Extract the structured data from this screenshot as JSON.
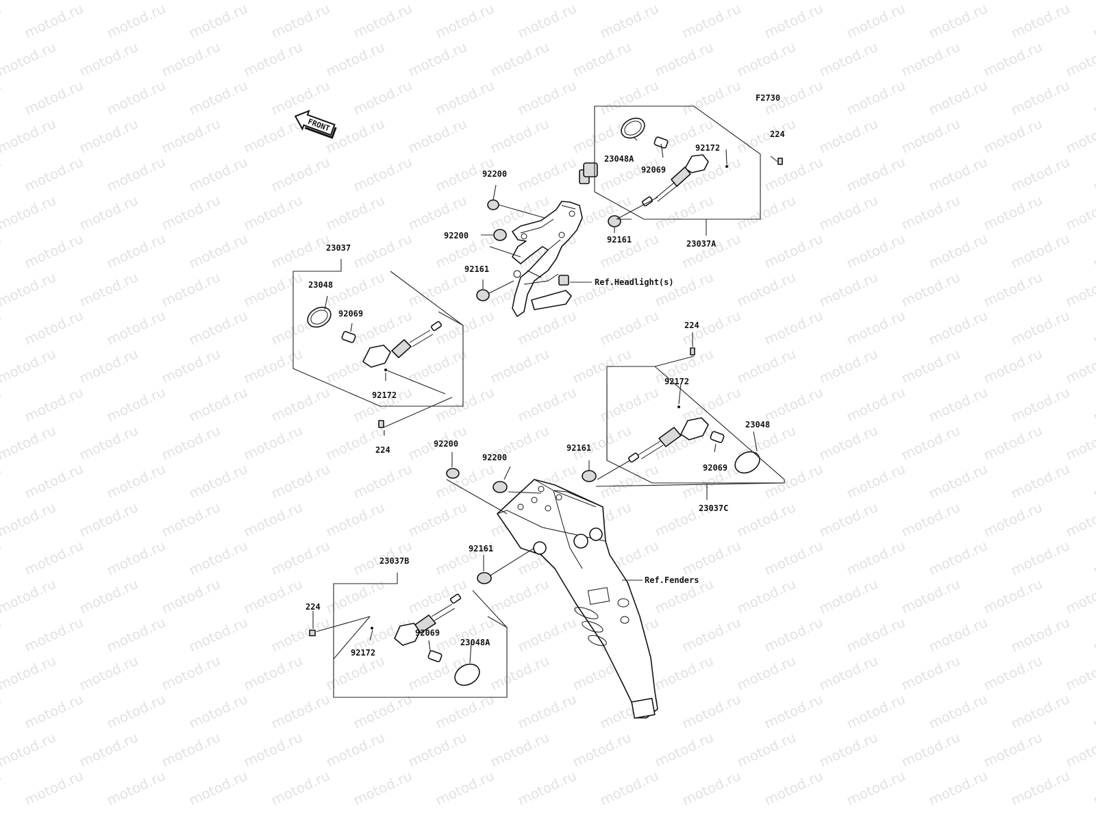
{
  "diagram_code": "F2730",
  "watermark_text": "motod.ru",
  "front_arrow_label": "FRONT",
  "labels": {
    "l_92200_a": "92200",
    "l_92200_b": "92200",
    "l_92161_a": "92161",
    "l_23037": "23037",
    "l_23048_a": "23048",
    "l_92069_a": "92069",
    "l_92172_a": "92172",
    "l_224_a": "224",
    "l_23048A_top": "23048A",
    "l_92069_top": "92069",
    "l_92172_top": "92172",
    "l_224_top": "224",
    "l_92161_top": "92161",
    "l_23037A": "23037A",
    "l_ref_headlight": "Ref.Headlight(s)",
    "l_224_r": "224",
    "l_92172_r": "92172",
    "l_23048_r": "23048",
    "l_92161_r": "92161",
    "l_92069_r": "92069",
    "l_23037C": "23037C",
    "l_92200_c": "92200",
    "l_92200_d": "92200",
    "l_92161_b": "92161",
    "l_23037B": "23037B",
    "l_224_b": "224",
    "l_92069_b": "92069",
    "l_23048A_b": "23048A",
    "l_92172_b": "92172",
    "l_ref_fenders": "Ref.Fenders"
  }
}
